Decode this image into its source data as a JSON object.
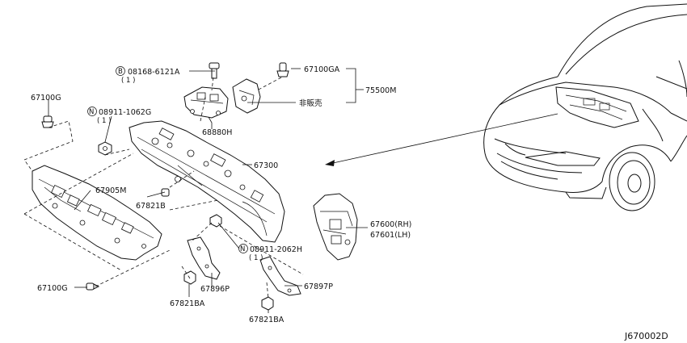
{
  "diagram_code": "J670002D",
  "labels": {
    "p08168": {
      "prefix": "B",
      "number": "08168-6121A",
      "qty": "( 1 )"
    },
    "p67100GA": "67100GA",
    "p75500M": "75500M",
    "not_sold": "非販売",
    "p67100G_top": "67100G",
    "p08911_1062G": {
      "prefix": "N",
      "number": "08911-1062G",
      "qty": "( 1 )"
    },
    "p68880H": "68880H",
    "p67300": "67300",
    "p67905M": "67905M",
    "p67821B": "67821B",
    "p67600": "67600(RH)",
    "p67601": "67601(LH)",
    "p08911_2062H": {
      "prefix": "N",
      "number": "08911-2062H",
      "qty": "( 1 )"
    },
    "p67897P": "67897P",
    "p67896P": "67896P",
    "p67100G_bottom": "67100G",
    "p67821BA_left": "67821BA",
    "p67821BA_right": "67821BA"
  }
}
